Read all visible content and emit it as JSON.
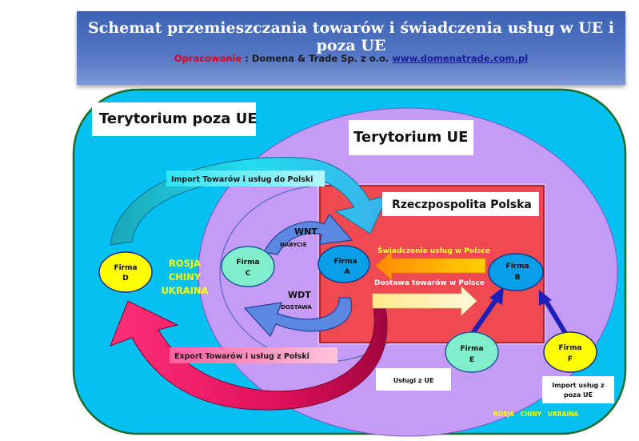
{
  "header": {
    "title": "Schemat przemieszczania towarów i świadczenia usług w UE i poza UE",
    "subtitle_prefix": "Opracowanie",
    "subtitle_middle": " : Domena & Trade Sp. z o.o. ",
    "subtitle_link": "www.domenatrade.com.pl"
  },
  "regions": {
    "non_eu": "Terytorium poza UE",
    "eu": "Terytorium UE",
    "poland": "Rzeczpospolita Polska"
  },
  "firms": {
    "a": [
      "Firma",
      "A"
    ],
    "b": [
      "Firma",
      "B"
    ],
    "c": [
      "Firma",
      "C"
    ],
    "d": [
      "Firma",
      "D"
    ],
    "e": [
      "Firma",
      "E"
    ],
    "f": [
      "Firma",
      "F"
    ]
  },
  "countries": [
    "ROSJA",
    "CHINY",
    "UKRAINA"
  ],
  "arrows": {
    "import": "Import Towarów i usług do Polski",
    "export": "Export Towarów i usług z Polski",
    "wnt": "WNT",
    "wnt_sub": "NABYCIE",
    "wdt": "WDT",
    "wdt_sub": "DOSTAWA",
    "services_pl": "Świadczenie usług w Polsce",
    "goods_pl": "Dostawa towarów w Polsce"
  },
  "notes": {
    "eu_services": "Usługi z UE",
    "import_services": [
      "Import usług z",
      "poza UE"
    ],
    "bottom_countries": "ROSJA   CHINY   UKRAINA"
  },
  "colors": {
    "banner": "#4a6fc0",
    "outer_region": "#05c0f2",
    "eu_region": "#c59bf6",
    "poland_region": "#ef4a52",
    "import_arrow": "#18d4e8",
    "export_arrow": "#e0105a",
    "firm_yellow": "#ffff00",
    "firm_blue": "#0b9ee8",
    "firm_green": "#80eecb"
  }
}
